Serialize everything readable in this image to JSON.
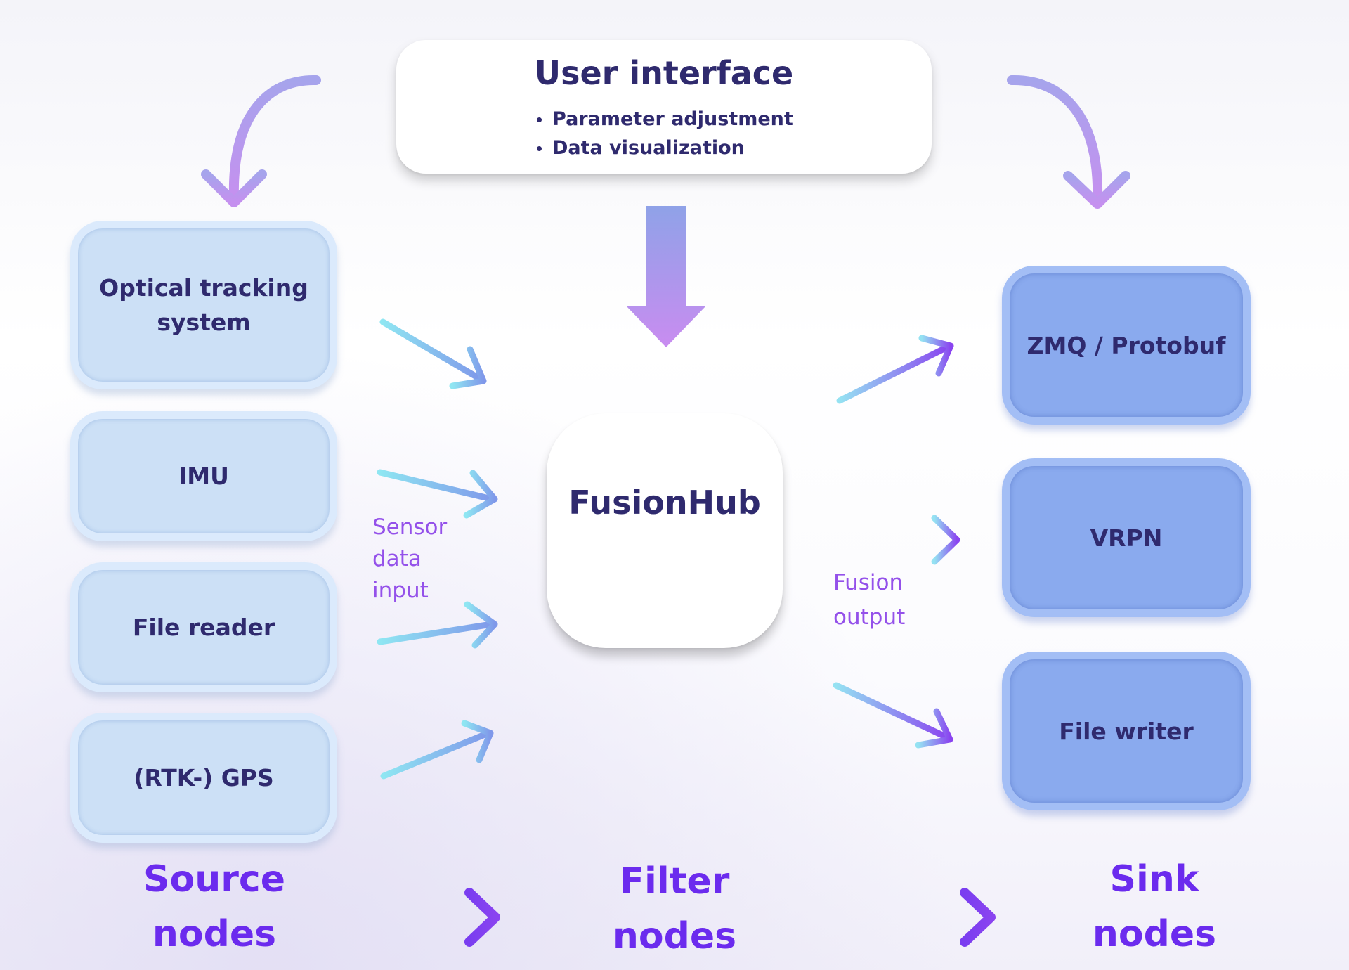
{
  "user_interface": {
    "title": "User interface",
    "items": [
      "Parameter adjustment",
      "Data visualization"
    ]
  },
  "source_nodes": [
    {
      "lines": [
        "Optical tracking",
        "system"
      ]
    },
    {
      "lines": [
        "IMU"
      ]
    },
    {
      "lines": [
        "File reader"
      ]
    },
    {
      "lines": [
        "(RTK-) GPS"
      ]
    }
  ],
  "filter_node": {
    "label": "FusionHub"
  },
  "sink_nodes": [
    {
      "label": "ZMQ / Protobuf"
    },
    {
      "label": "VRPN"
    },
    {
      "label": "File writer"
    }
  ],
  "flow_labels": {
    "input": [
      "Sensor",
      "data",
      "input"
    ],
    "output": [
      "Fusion",
      "output"
    ]
  },
  "categories": {
    "source": [
      "Source",
      "nodes"
    ],
    "filter": [
      "Filter",
      "nodes"
    ],
    "sink": [
      "Sink",
      "nodes"
    ]
  },
  "colors": {
    "text_dark": "#2f2a6e",
    "label_purple": "#9451ea",
    "category_purple": "#6b2bee",
    "source_fill": "#cce0f6",
    "sink_fill": "#8aaaee",
    "arrow_cyan": "#8fe6f2",
    "arrow_violet": "#8a44f0"
  }
}
